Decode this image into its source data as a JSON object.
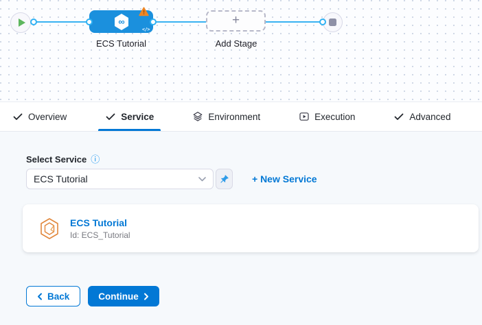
{
  "colors": {
    "accent_blue": "#0278d5",
    "node_blue": "#1b90dd",
    "connector_blue": "#38b2f1",
    "warning_orange": "#ee8625",
    "success_green": "#5eb65e",
    "service_icon_orange": "#e1873c"
  },
  "pipeline_graph": {
    "stage_label": "ECS Tutorial",
    "add_stage_label": "Add Stage",
    "plus_glyph": "+",
    "code_glyph": "</>"
  },
  "icons": {
    "infinity_glyph": "∞",
    "info_glyph": "ⓘ"
  },
  "tabs": [
    {
      "label": "Overview",
      "icon": "check",
      "active": false
    },
    {
      "label": "Service",
      "icon": "check",
      "active": true
    },
    {
      "label": "Environment",
      "icon": "environment-layers",
      "active": false
    },
    {
      "label": "Execution",
      "icon": "execution-play",
      "active": false
    },
    {
      "label": "Advanced",
      "icon": "check",
      "active": false
    }
  ],
  "service_form": {
    "select_label": "Select Service",
    "selected_service": "ECS Tutorial",
    "new_service_link": "+ New Service",
    "service_card": {
      "title": "ECS Tutorial",
      "id_text": "Id: ECS_Tutorial"
    }
  },
  "footer": {
    "back_label": "Back",
    "continue_label": "Continue"
  }
}
